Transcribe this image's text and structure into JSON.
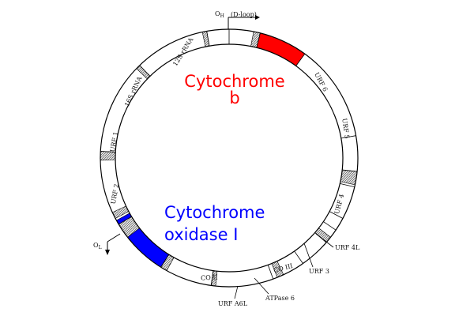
{
  "colors": {
    "ring_outline": "#000000",
    "segment_fill": "#ffffff",
    "trna_fill": "#b8b8b8",
    "cytochrome_b": "#ff0000",
    "cytochrome_oxidase": "#0000ff",
    "highlight_cytb_text": "#ff0000",
    "highlight_cox_text": "#0000ff"
  },
  "origins": {
    "heavy": "O",
    "heavy_sub": "H",
    "dloop": "(D-loop)",
    "light": "O",
    "light_sub": "L"
  },
  "highlights": {
    "cytb_line1": "Cytochrome",
    "cytb_line2": "b",
    "cox_line1": "Cytochrome",
    "cox_line2": "oxidase I"
  },
  "segments": {
    "rrna12s": "12S rRNA",
    "rrna16s": "16S rRNA",
    "urf1": "URF 1",
    "urf2": "URF 2",
    "co2": "CO II",
    "co3": "CO III",
    "urf4": "URF 4",
    "urf5": "URF 5",
    "urf6": "URF 6"
  },
  "external_labels": {
    "urf4l": "URF 4L",
    "urf3": "URF 3",
    "atpase6": "ATPase 6",
    "urfa6l": "URF A6L"
  }
}
